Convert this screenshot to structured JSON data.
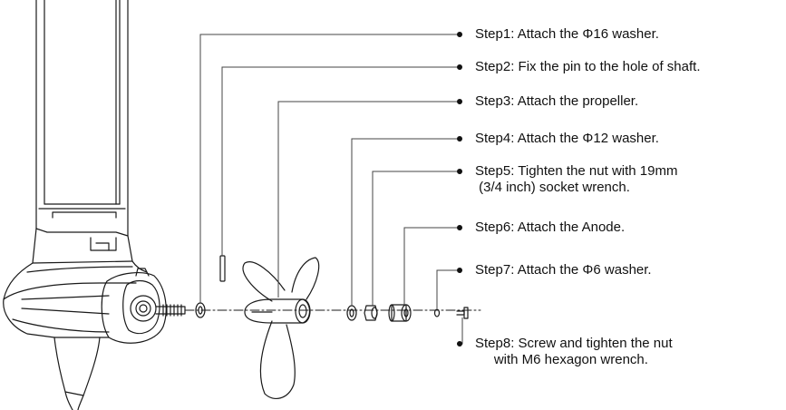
{
  "colors": {
    "line": "#1a1a1a",
    "leader": "#444444",
    "text": "#111111"
  },
  "steps": [
    {
      "lines": [
        "Step1: Attach the Φ16 washer."
      ],
      "part": "washer-16"
    },
    {
      "lines": [
        "Step2: Fix the pin to the hole of shaft."
      ],
      "part": "shaft-pin"
    },
    {
      "lines": [
        "Step3: Attach the propeller."
      ],
      "part": "propeller"
    },
    {
      "lines": [
        "Step4: Attach the Φ12 washer."
      ],
      "part": "washer-12"
    },
    {
      "lines": [
        "Step5: Tighten the nut with 19mm",
        " (3/4 inch) socket wrench."
      ],
      "part": "nut-19mm"
    },
    {
      "lines": [
        "Step6: Attach the Anode."
      ],
      "part": "anode"
    },
    {
      "lines": [
        "Step7: Attach the Φ6 washer."
      ],
      "part": "washer-6"
    },
    {
      "lines": [
        "Step8: Screw and tighten the nut",
        "     with M6 hexagon wrench."
      ],
      "part": "m6-screw"
    }
  ]
}
